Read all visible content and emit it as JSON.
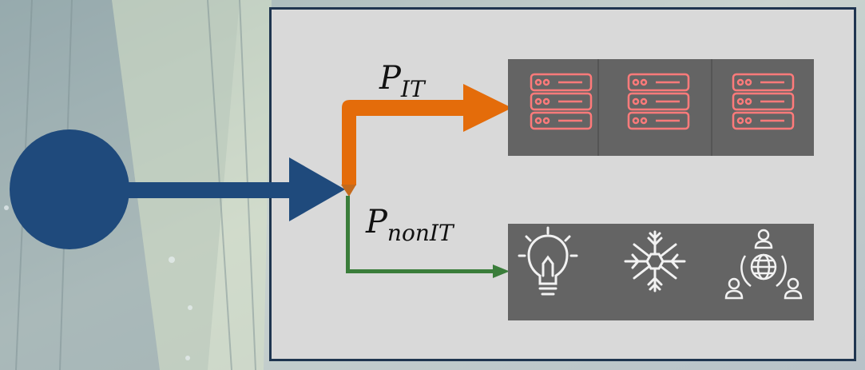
{
  "labels": {
    "it": {
      "symbol": "P",
      "subscript": "IT"
    },
    "nonit": {
      "symbol": "P",
      "subscript": "nonIT"
    }
  },
  "colors": {
    "source_node": "#1f4a7c",
    "it_arrow": "#e46c0a",
    "nonit_arrow": "#3a7d3a",
    "panel": "#646464",
    "server_icon": "#ff7a7a",
    "nonit_icon": "#f2f2f2",
    "box_fill": "#d9d9d9",
    "box_border": "#1f3550"
  },
  "icons": {
    "it_group": [
      "server-rack-icon",
      "server-rack-icon",
      "server-rack-icon"
    ],
    "nonit_group": [
      "lightbulb-icon",
      "snowflake-icon",
      "people-network-icon"
    ]
  }
}
